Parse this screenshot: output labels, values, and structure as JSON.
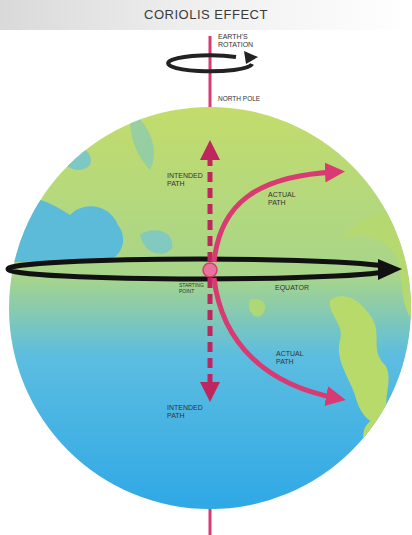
{
  "diagram": {
    "title": "CORIOLIS EFFECT",
    "labels": [
      "EARTH'S ROTATION",
      "NORTH POLE",
      "INTENDED PATH",
      "ACTUAL PATH",
      "STARTING POINT",
      "EQUATOR",
      "ACTUAL PATH",
      "INTENDED PATH"
    ]
  }
}
